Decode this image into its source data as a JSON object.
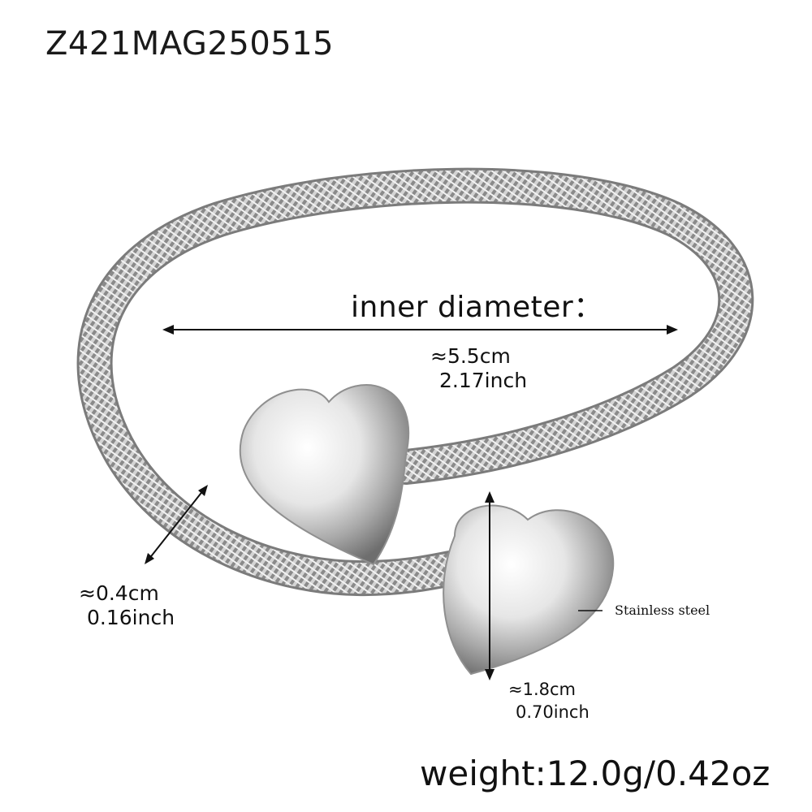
{
  "sku": "Z421MAG250515",
  "inner_diameter": {
    "label": "inner diameter：",
    "cm": "≈5.5cm",
    "inch": "2.17inch"
  },
  "wire_thickness": {
    "cm": "≈0.4cm",
    "inch": "0.16inch"
  },
  "heart_height": {
    "cm": "≈1.8cm",
    "inch": "0.70inch"
  },
  "material": "Stainless steel",
  "weight": "weight:12.0g/0.42oz",
  "colors": {
    "background": "#ffffff",
    "metal": "#c9c9c9",
    "text": "#111111"
  }
}
